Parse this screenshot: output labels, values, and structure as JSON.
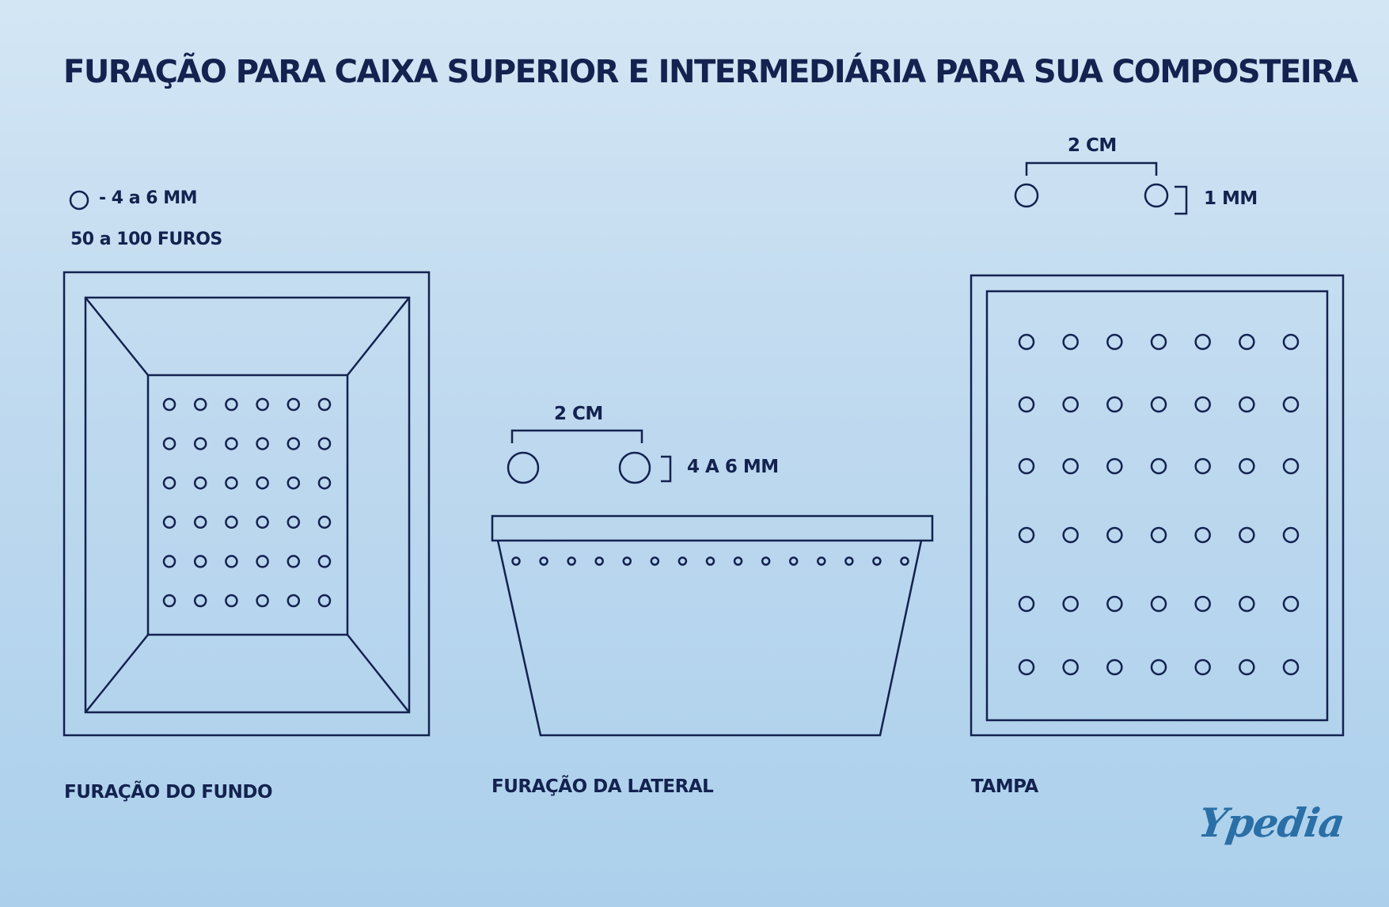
{
  "title": "FURAÇÃO PARA CAIXA SUPERIOR E INTERMEDIÁRIA PARA SUA COMPOSTEIRA",
  "bottom": {
    "hole_size_label": "- 4 a 6 MM",
    "hole_count_label": "50 a 100 FUROS",
    "caption": "FURAÇÃO DO FUNDO",
    "grid": {
      "rows": 6,
      "cols": 6
    }
  },
  "side": {
    "spacing_label": "2 CM",
    "hole_size_label": "4 A 6 MM",
    "caption": "FURAÇÃO DA LATERAL",
    "hole_count": 15
  },
  "lid": {
    "spacing_label": "2 CM",
    "hole_size_label": "1 MM",
    "caption": "TAMPA",
    "grid": {
      "rows": 6,
      "cols": 7
    }
  },
  "logo": "Ypedia",
  "colors": {
    "ink": "#13224f",
    "background_top": "#d3e6f4",
    "background_bottom": "#acd0ec",
    "logo": "#2a6fa6"
  }
}
